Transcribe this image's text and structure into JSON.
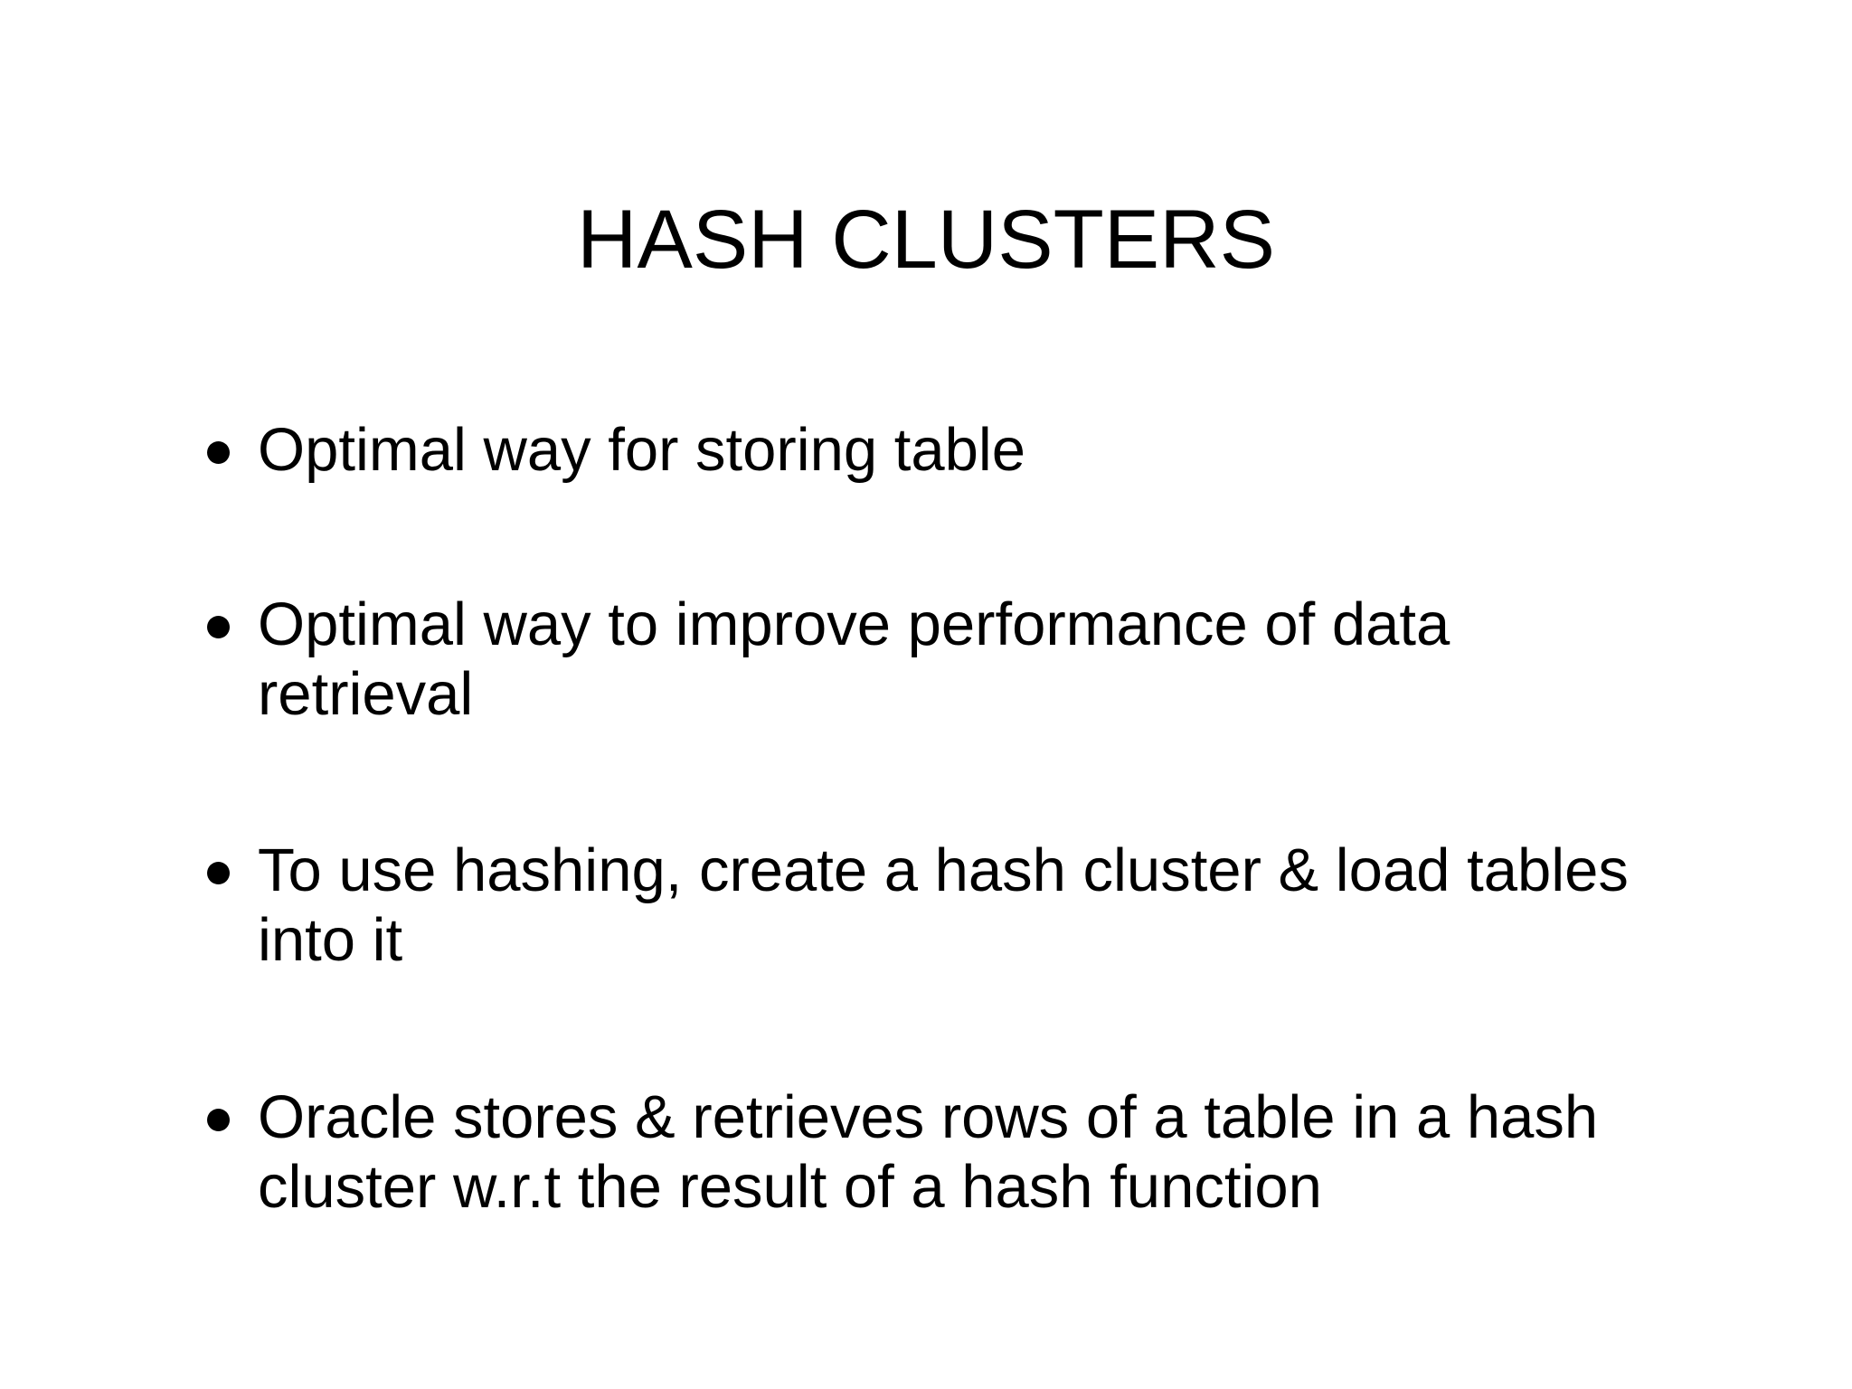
{
  "slide": {
    "title": "HASH CLUSTERS",
    "bullets": [
      {
        "text": "Optimal way for storing table"
      },
      {
        "text": "Optimal way to improve performance of data\nretrieval"
      },
      {
        "text": "To use hashing, create a hash cluster & load tables\ninto it"
      },
      {
        "text": "Oracle stores & retrieves rows of a table in a hash\ncluster w.r.t the result of a hash function"
      }
    ],
    "colors": {
      "background": "#ffffff",
      "text": "#000000"
    },
    "icons": {
      "bullet": "filled-circle"
    }
  }
}
